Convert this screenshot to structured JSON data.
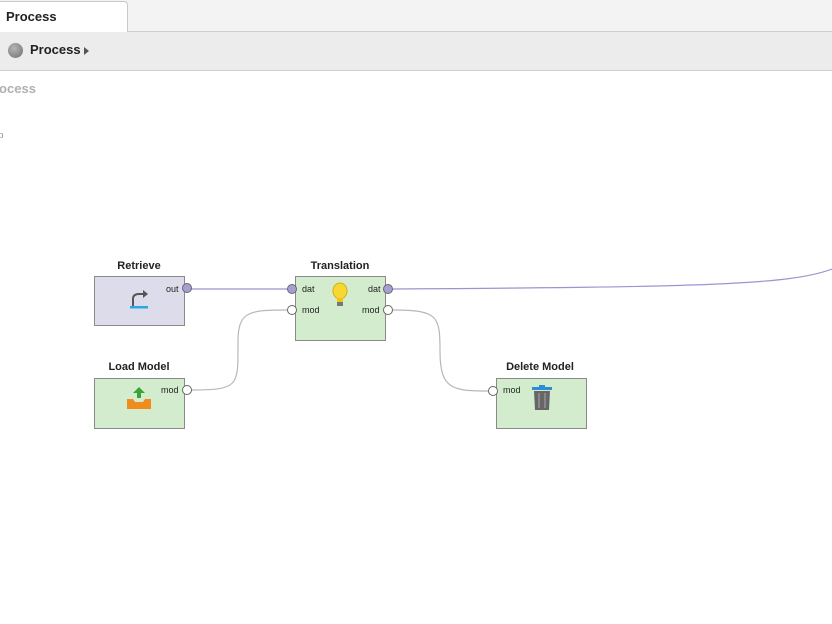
{
  "tab": {
    "label": "Process"
  },
  "breadcrumb": {
    "label": "Process"
  },
  "canvas": {
    "title": "rocess",
    "subtitle": "ıp"
  },
  "operators": {
    "retrieve": {
      "title": "Retrieve",
      "out_port": "out"
    },
    "translation": {
      "title": "Translation",
      "in_data": "dat",
      "in_model": "mod",
      "out_data": "dat",
      "out_model": "mod"
    },
    "load_model": {
      "title": "Load Model",
      "out_port": "mod"
    },
    "delete_model": {
      "title": "Delete Model",
      "in_port": "mod"
    }
  },
  "colors": {
    "data_port": "#a79fd4",
    "wire_data": "#9b95cf",
    "wire_model": "#b8b8b8",
    "op_green": "#d3ecce",
    "op_purple": "#dddcea"
  }
}
